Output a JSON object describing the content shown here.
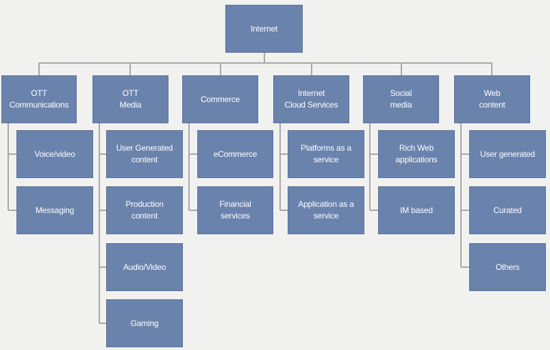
{
  "root": {
    "label": "Internet"
  },
  "categories": [
    {
      "label": "OTT\nCommunications",
      "children": [
        "Voice/video",
        "Messaging"
      ]
    },
    {
      "label": "OTT\nMedia",
      "children": [
        "User Generated\ncontent",
        "Production\ncontent",
        "Audio/Video",
        "Gaming"
      ]
    },
    {
      "label": "Commerce",
      "children": [
        "eCommerce",
        "Financial\nservices"
      ]
    },
    {
      "label": "Internet\nCloud Services",
      "children": [
        "Platforms as a\nservice",
        "Application as a\nservice"
      ]
    },
    {
      "label": "Social\nmedia",
      "children": [
        "Rich Web\napplications",
        "IM based"
      ]
    },
    {
      "label": "Web\ncontent",
      "children": [
        "User generated",
        "Curated",
        "Others"
      ]
    }
  ]
}
